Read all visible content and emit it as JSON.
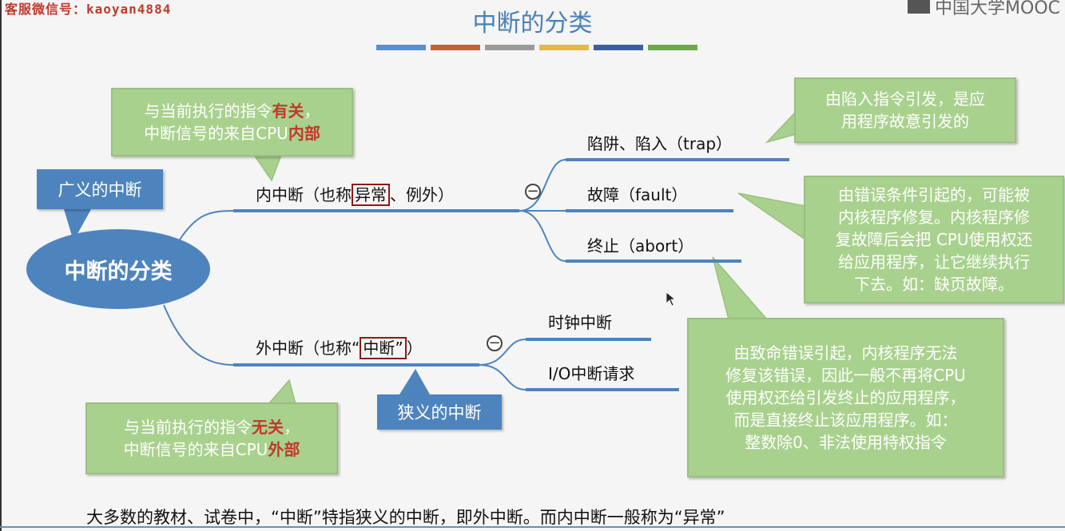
{
  "watermark": "客服微信号：kaoyan4884",
  "brand": "中国大学MOOC",
  "title": "中断的分类",
  "color_bars": [
    "#5b8fc9",
    "#c0643c",
    "#9a9a9a",
    "#e3b84a",
    "#3e5f9c",
    "#6fa84e"
  ],
  "root": {
    "label": "中断的分类"
  },
  "broad_tag": "广义的中断",
  "narrow_tag": "狭义的中断",
  "internal": {
    "label_pre": "内中断（也称",
    "label_boxed": "异常",
    "label_post": "、例外）",
    "note": {
      "line1_pre": "与当前执行的指令",
      "line1_em": "有关",
      "line1_post": "，",
      "line2_pre": "中断信号的来自CPU",
      "line2_em": "内部"
    },
    "children": [
      {
        "label": "陷阱、陷入（trap）",
        "note": [
          "由陷入指令引发，是应",
          "用程序故意引发的"
        ]
      },
      {
        "label": "故障（fault）",
        "note": [
          "由错误条件引起的，可能被",
          "内核程序修复。内核程序修",
          "复故障后会把 CPU使用权还",
          "给应用程序，让它继续执行",
          "下去。如：缺页故障。"
        ]
      },
      {
        "label": "终止（abort）",
        "note": [
          "由致命错误引起，内核程序无法",
          "修复该错误，因此一般不再将CPU",
          "使用权还给引发终止的应用程序，",
          "而是直接终止该应用程序。如：",
          "整数除0、非法使用特权指令"
        ]
      }
    ]
  },
  "external": {
    "label_pre": "外中断（也称“",
    "label_boxed": "中断”",
    "label_post": "）",
    "note": {
      "line1_pre": "与当前执行的指令",
      "line1_em": "无关",
      "line1_post": "，",
      "line2_pre": "中断信号的来自CPU",
      "line2_em": "外部"
    },
    "children": [
      {
        "label": "时钟中断"
      },
      {
        "label": "I/O中断请求"
      }
    ]
  },
  "collapse_symbol": "−",
  "bottom_text": "大多数的教材、试卷中，“中断”特指狭义的中断，即外中断。而内中断一般称为“异常”"
}
